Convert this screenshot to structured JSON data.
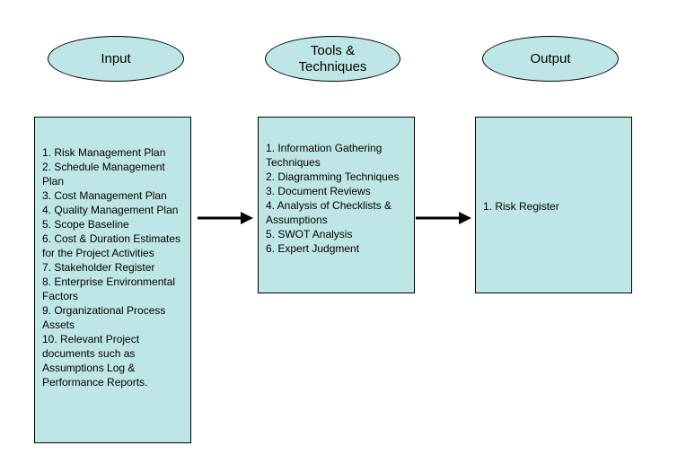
{
  "input": {
    "header": "Input",
    "items": [
      "1. Risk Management Plan",
      "2. Schedule Management Plan",
      "3. Cost Management Plan",
      "4. Quality Management Plan",
      "5. Scope Baseline",
      "6. Cost & Duration Estimates for the Project Activities",
      "7. Stakeholder Register",
      "8. Enterprise Environmental Factors",
      "9. Organizational Process Assets",
      "10. Relevant Project documents such as Assumptions Log & Performance Reports."
    ]
  },
  "tools": {
    "header": "Tools &\nTechniques",
    "items": [
      "1. Information Gathering Techniques",
      "2. Diagramming Techniques",
      "3. Document Reviews",
      "4. Analysis of Checklists & Assumptions",
      "5. SWOT Analysis",
      "6. Expert Judgment"
    ]
  },
  "output": {
    "header": "Output",
    "items": [
      "1. Risk Register"
    ]
  },
  "colors": {
    "fill": "#bfe6e6",
    "stroke": "#000000"
  }
}
